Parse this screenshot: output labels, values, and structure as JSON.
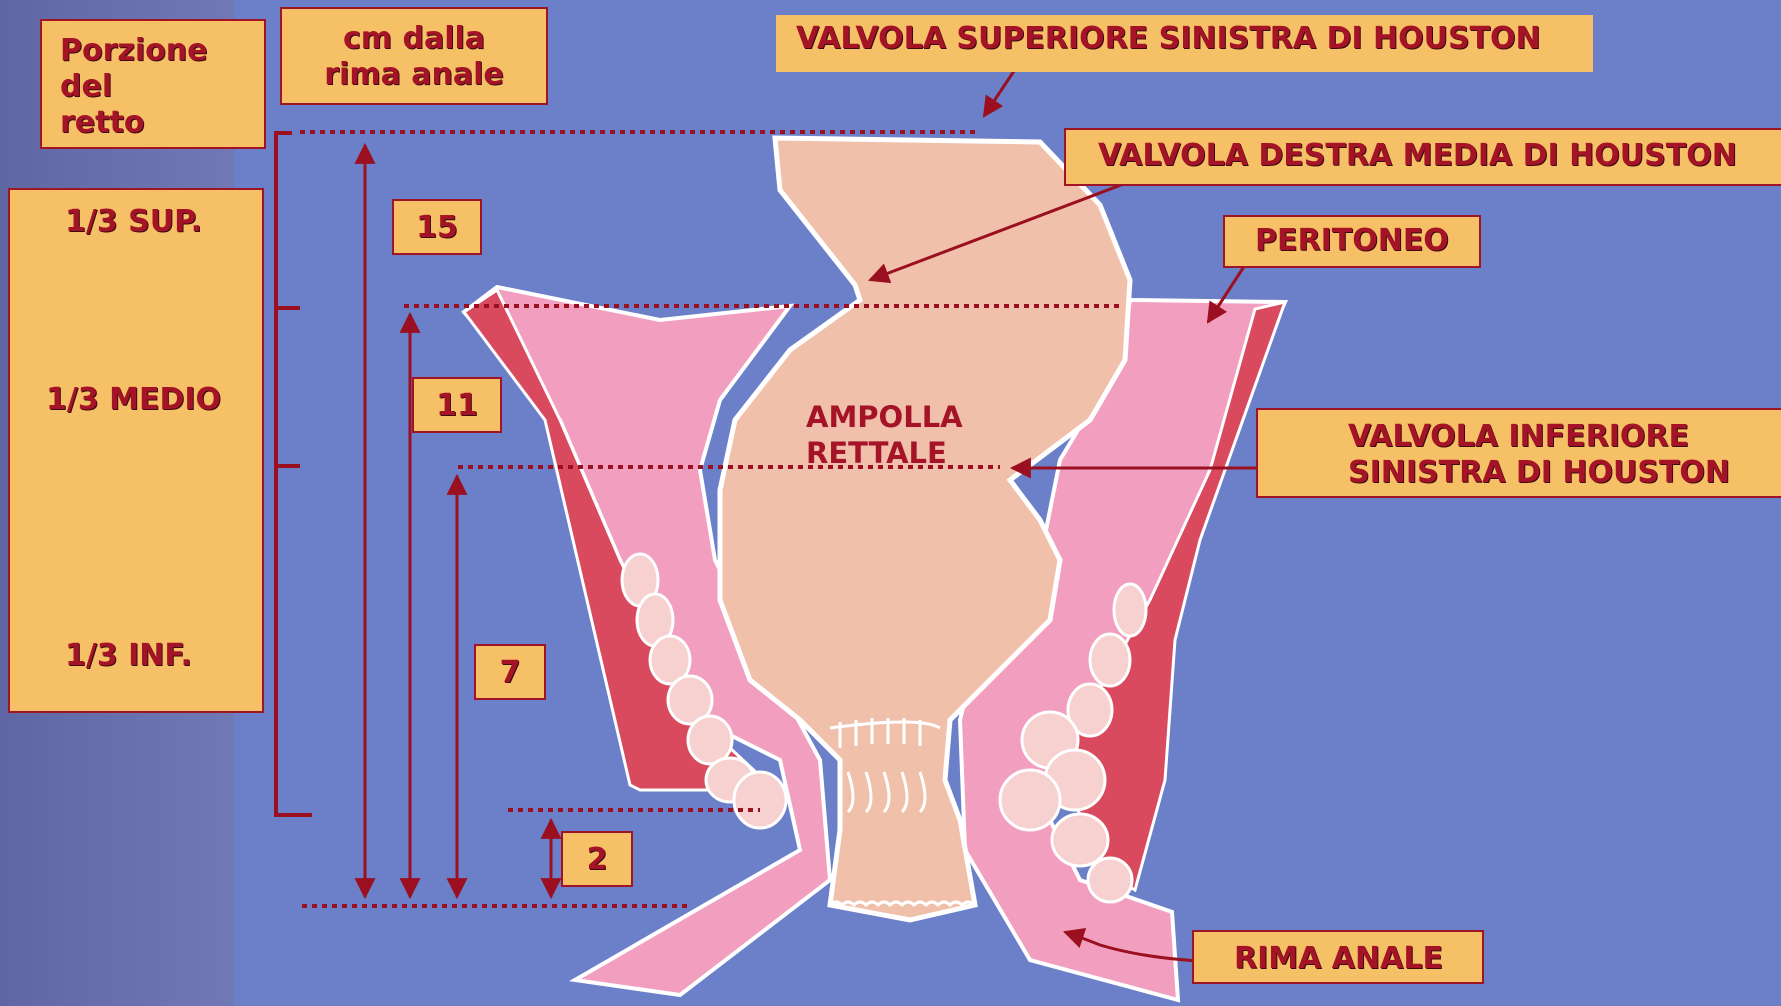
{
  "headers": {
    "portion": "Porzione\n     del\n       retto",
    "cm": "cm dalla\nrima anale"
  },
  "sections": [
    "1/3 SUP.",
    "1/3 MEDIO",
    "1/3 INF."
  ],
  "distances": [
    "15",
    "11",
    "7",
    "2"
  ],
  "labels": {
    "upper_valve": "VALVOLA SUPERIORE SINISTRA DI HOUSTON",
    "middle_valve": "VALVOLA DESTRA MEDIA DI HOUSTON",
    "peritoneum": "PERITONEO",
    "lower_valve": "VALVOLA INFERIORE\n SINISTRA DI HOUSTON",
    "anal_verge": "RIMA ANALE",
    "ampulla": "AMPOLLA\n     RETTALE"
  },
  "colors": {
    "background": "#6b80c9",
    "box_fill": "#f6c066",
    "label_red": "#a51426",
    "lumen": "#f0c0ab",
    "wall_pink": "#f29ebf",
    "muscle_red": "#d94a5e"
  }
}
